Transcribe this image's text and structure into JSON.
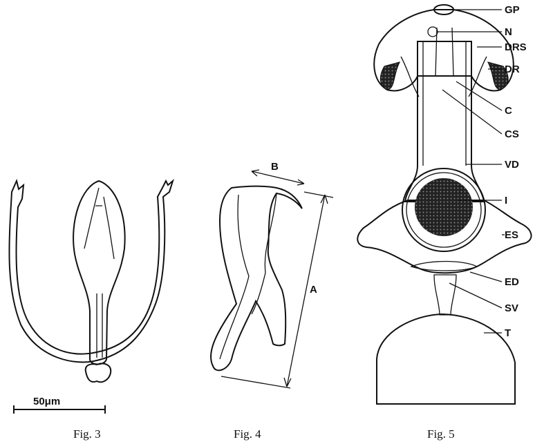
{
  "figures": [
    {
      "id": "fig3",
      "caption": "Fig. 3",
      "scale_bar_label": "50μm"
    },
    {
      "id": "fig4",
      "caption": "Fig. 4",
      "labels": {
        "a": "A",
        "b": "B"
      }
    },
    {
      "id": "fig5",
      "caption": "Fig. 5",
      "labels": [
        "GP",
        "N",
        "DRS",
        "DR",
        "C",
        "CS",
        "VD",
        "I",
        "ES",
        "ED",
        "SV",
        "T"
      ]
    }
  ]
}
